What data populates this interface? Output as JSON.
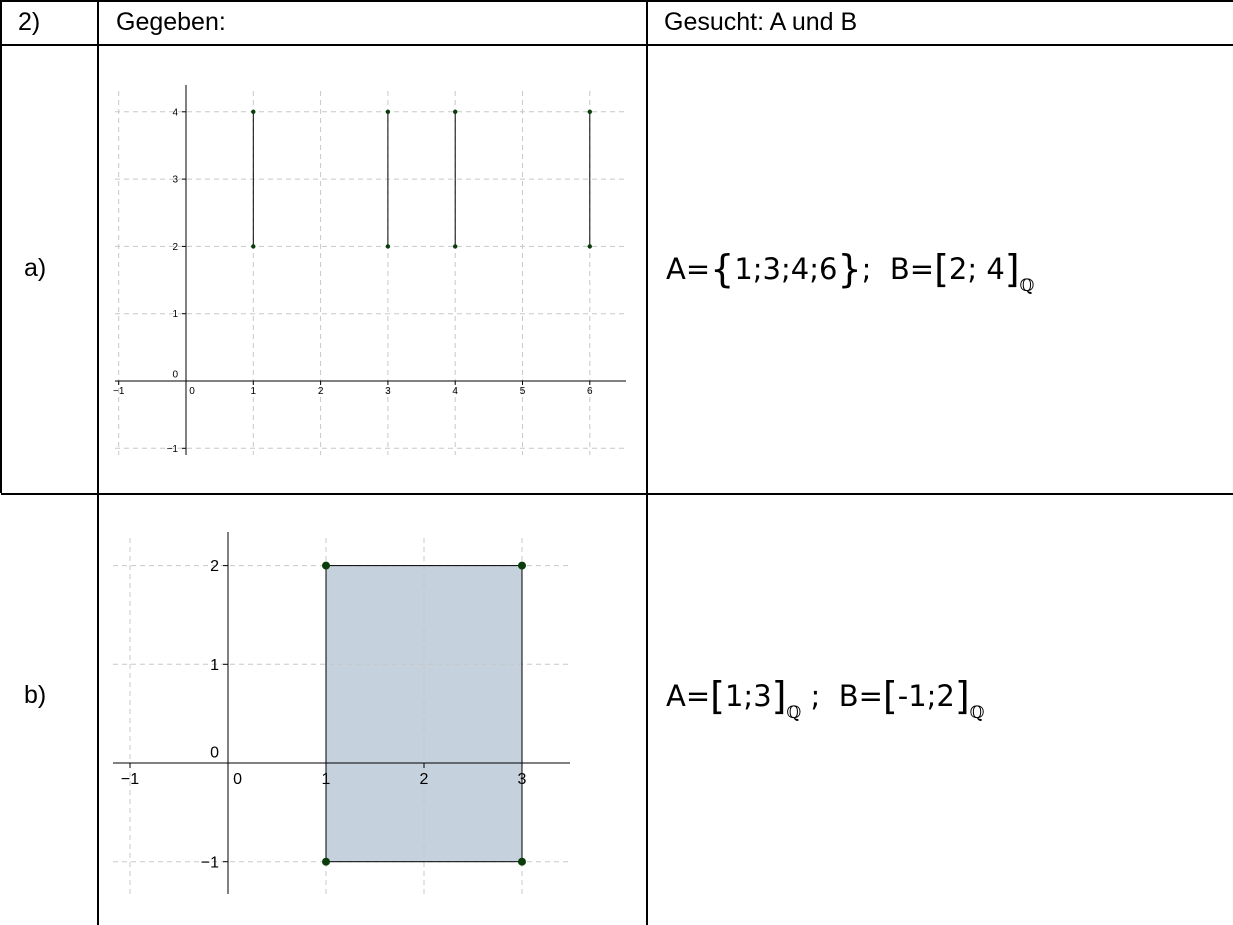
{
  "header": {
    "number": "2)",
    "given_label": "Gegeben:",
    "sought_label": "Gesucht:  A und B"
  },
  "rows": [
    {
      "label": "a)",
      "answer": {
        "a_prefix": "A=",
        "a_open": "{",
        "a_content": "1;3;4;6",
        "a_close": "}",
        "separator": ";  ",
        "b_prefix": "B=",
        "b_open": "[",
        "b_content": "2; 4",
        "b_close": "]",
        "b_subscript": "ℚ"
      }
    },
    {
      "label": "b)",
      "answer": {
        "a_prefix": "A=",
        "a_open": "[",
        "a_content": "1;3",
        "a_close": "]",
        "a_subscript": "ℚ",
        "separator": " ;  ",
        "b_prefix": "B=",
        "b_open": "[",
        "b_content": "-1;2",
        "b_close": "]",
        "b_subscript": "ℚ"
      }
    }
  ],
  "chart_data": [
    {
      "type": "scatter",
      "x_ticks": [
        "-1",
        "0",
        "1",
        "2",
        "3",
        "4",
        "5",
        "6"
      ],
      "y_ticks": [
        "-1",
        "0",
        "1",
        "2",
        "3",
        "4"
      ],
      "xlim": [
        -1,
        6.5
      ],
      "ylim": [
        -1.1,
        4.4
      ],
      "grid": true,
      "points": [
        {
          "x": 1,
          "y": 2
        },
        {
          "x": 1,
          "y": 4
        },
        {
          "x": 3,
          "y": 2
        },
        {
          "x": 3,
          "y": 4
        },
        {
          "x": 4,
          "y": 2
        },
        {
          "x": 4,
          "y": 4
        },
        {
          "x": 6,
          "y": 2
        },
        {
          "x": 6,
          "y": 4
        }
      ],
      "segments": [
        {
          "x": 1,
          "y1": 2,
          "y2": 4
        },
        {
          "x": 3,
          "y1": 2,
          "y2": 4
        },
        {
          "x": 4,
          "y1": 2,
          "y2": 4
        },
        {
          "x": 6,
          "y1": 2,
          "y2": 4
        }
      ],
      "point_color": "#0a3d0a",
      "line_color": "#000000"
    },
    {
      "type": "area",
      "x_ticks": [
        "-1",
        "0",
        "1",
        "2",
        "3"
      ],
      "y_ticks": [
        "-1",
        "0",
        "1",
        "2"
      ],
      "xlim": [
        -1,
        3.5
      ],
      "ylim": [
        -1.3,
        2.3
      ],
      "grid": true,
      "rectangle": {
        "x1": 1,
        "x2": 3,
        "y1": -1,
        "y2": 2
      },
      "points": [
        {
          "x": 1,
          "y": 2
        },
        {
          "x": 3,
          "y": 2
        },
        {
          "x": 1,
          "y": -1
        },
        {
          "x": 3,
          "y": -1
        }
      ],
      "fill_color": "#c5d1dd",
      "point_color": "#0a3d0a",
      "line_color": "#000000"
    }
  ]
}
